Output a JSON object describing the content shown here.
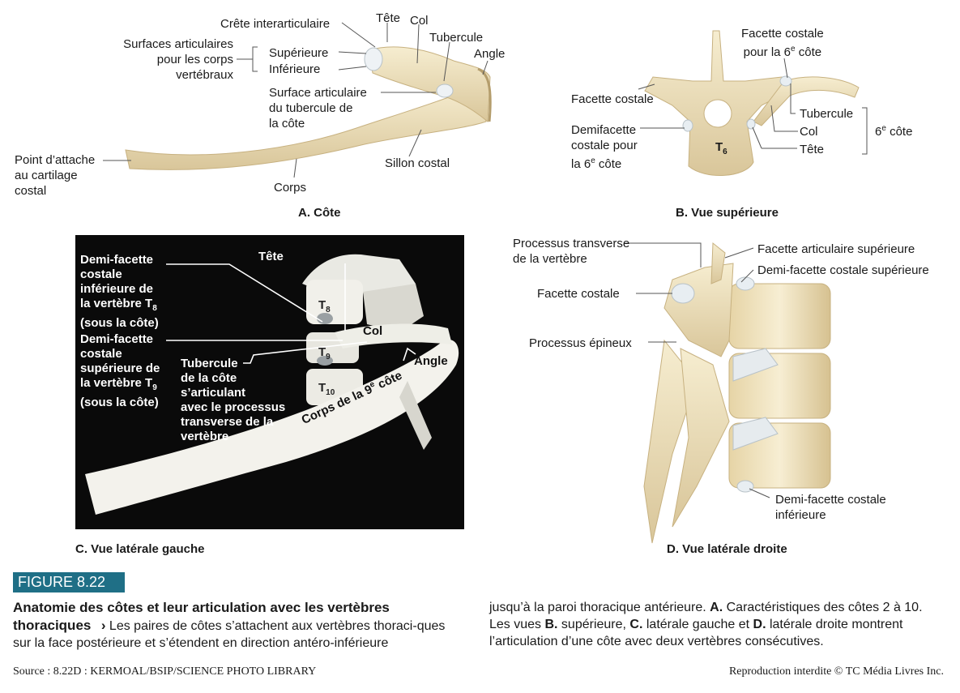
{
  "panel_a": {
    "crete": "Crête interarticulaire",
    "tete": "Tête",
    "col": "Col",
    "tubercule": "Tubercule",
    "angle": "Angle",
    "surfaces": "Surfaces articulaires",
    "surfaces2": "pour les corps",
    "surfaces3": "vertébraux",
    "superieure": "Supérieure",
    "inferieure": "Inférieure",
    "surf_tub1": "Surface articulaire",
    "surf_tub2": "du tubercule de",
    "surf_tub3": "la côte",
    "point1": "Point d’attache",
    "point2": "au cartilage",
    "point3": "costal",
    "sillon": "Sillon costal",
    "corps": "Corps",
    "caption": "A. Côte"
  },
  "panel_b": {
    "facette_costale_6_1": "Facette costale",
    "facette_costale_6_2a": "pour la 6",
    "facette_costale_6_2b": "e",
    "facette_costale_6_2c": " côte",
    "facette_costale": "Facette costale",
    "demi1": "Demifacette",
    "demi2": "costale pour",
    "demi3a": "la 6",
    "demi3b": "e",
    "demi3c": " côte",
    "tubercule": "Tubercule",
    "col": "Col",
    "tete": "Tête",
    "rib6a": "6",
    "rib6b": "e",
    "rib6c": " côte",
    "t6a": "T",
    "t6b": "6",
    "caption": "B. Vue supérieure"
  },
  "panel_c": {
    "l1": "Demi-facette",
    "l2": "costale",
    "l3": "inférieure de",
    "l4a": "la vertèbre T",
    "l4b": "8",
    "l5": "(sous la côte)",
    "m1": "Demi-facette",
    "m2": "costale",
    "m3": "supérieure de",
    "m4a": "la vertèbre T",
    "m4b": "9",
    "m5": "(sous la côte)",
    "tub1": "Tubercule",
    "tub2": "de la côte",
    "tub3": "s’articulant",
    "tub4": "avec le processus",
    "tub5": "transverse de la",
    "tub6": "vertèbre",
    "tete": "Tête",
    "col": "Col",
    "angle": "Angle",
    "t8a": "T",
    "t8b": "8",
    "t9a": "T",
    "t9b": "9",
    "t10a": "T",
    "t10b": "10",
    "corps_a": "Corps de la 9",
    "corps_b": "e",
    "corps_c": " côte",
    "caption": "C. Vue latérale gauche"
  },
  "panel_d": {
    "proc_trans1": "Processus transverse",
    "proc_trans2": "de la vertèbre",
    "facette_art_sup": "Facette articulaire supérieure",
    "demi_sup": "Demi-facette costale supérieure",
    "facette_costale": "Facette costale",
    "proc_epineux": "Processus épineux",
    "demi_inf1": "Demi-facette costale",
    "demi_inf2": "inférieure",
    "caption": "D. Vue latérale droite"
  },
  "figure": {
    "badge": "FIGURE 8.22",
    "title_line1": "Anatomie des côtes et leur articulation avec les vertèbres",
    "title_line2": "thoraciques",
    "arrow": "›",
    "text_left": " Les paires de côtes s’attachent aux vertèbres thoraci-ques sur la face postérieure et s’étendent en direction antéro-inférieure",
    "text_right_1": "jusqu’à la paroi thoracique antérieure. ",
    "text_right_A": "A.",
    "text_right_2": " Caractéristiques des côtes 2 à 10. Les vues ",
    "text_right_B": "B.",
    "text_right_3": " supérieure, ",
    "text_right_C": "C.",
    "text_right_4": " latérale gauche et ",
    "text_right_D": "D.",
    "text_right_5": " latérale droite montrent l’articulation d’une côte avec deux vertèbres consécutives."
  },
  "footer": {
    "source": "Source : 8.22D : KERMOAL/BSIP/SCIENCE PHOTO LIBRARY",
    "rights": "Reproduction interdite © TC Média Livres Inc."
  },
  "colors": {
    "bone": "#ecdfb8",
    "bone_dark": "#cdb88a",
    "cartilage": "#e8eef2",
    "badge": "#1f6f86",
    "leader": "#555555"
  }
}
